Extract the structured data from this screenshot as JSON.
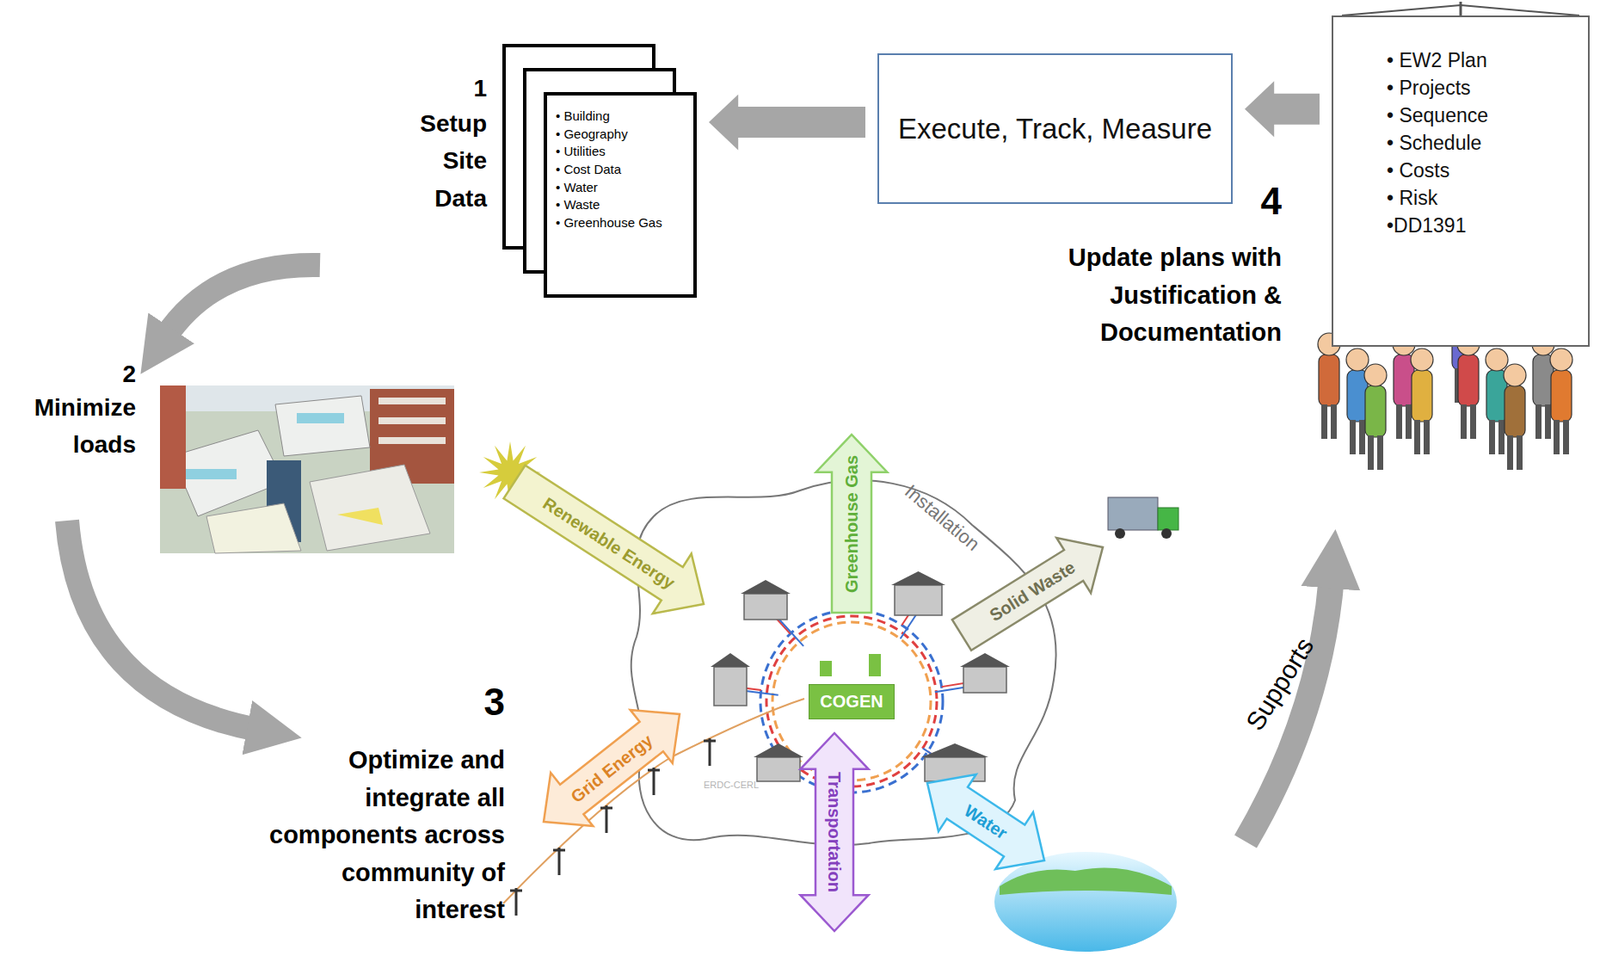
{
  "diagram": {
    "nodes": [
      {
        "text": [
          "• Building",
          "• Geography",
          "• Utilities",
          "• Cost Data",
          "• Water",
          "• Waste",
          "• Greenhouse Gas"
        ]
      },
      {
        "text": [
          "Execute, Track, Measure"
        ]
      },
      {
        "text": [
          "• EW2 Plan",
          "• Projects",
          "• Sequence",
          "• Schedule",
          "• Costs",
          "• Risk",
          "•DD1391"
        ]
      },
      {
        "text": [
          "COGEN"
        ]
      }
    ],
    "edges": [
      {
        "from": 1,
        "to": 0,
        "arrow": "to"
      },
      {
        "from": 2,
        "to": 1,
        "arrow": "to"
      }
    ],
    "labels": [
      "1",
      "Setup Site Data",
      "2",
      "Minimize loads",
      "3",
      "Optimize and integrate all components across community of interest",
      "4",
      "Update plans with Justification & Documentation",
      "Renewable Energy",
      "Greenhouse Gas",
      "Installation",
      "Solid Waste",
      "Grid Energy",
      "Transportation",
      "Water",
      "ERDC-CERL",
      "Supports"
    ]
  }
}
